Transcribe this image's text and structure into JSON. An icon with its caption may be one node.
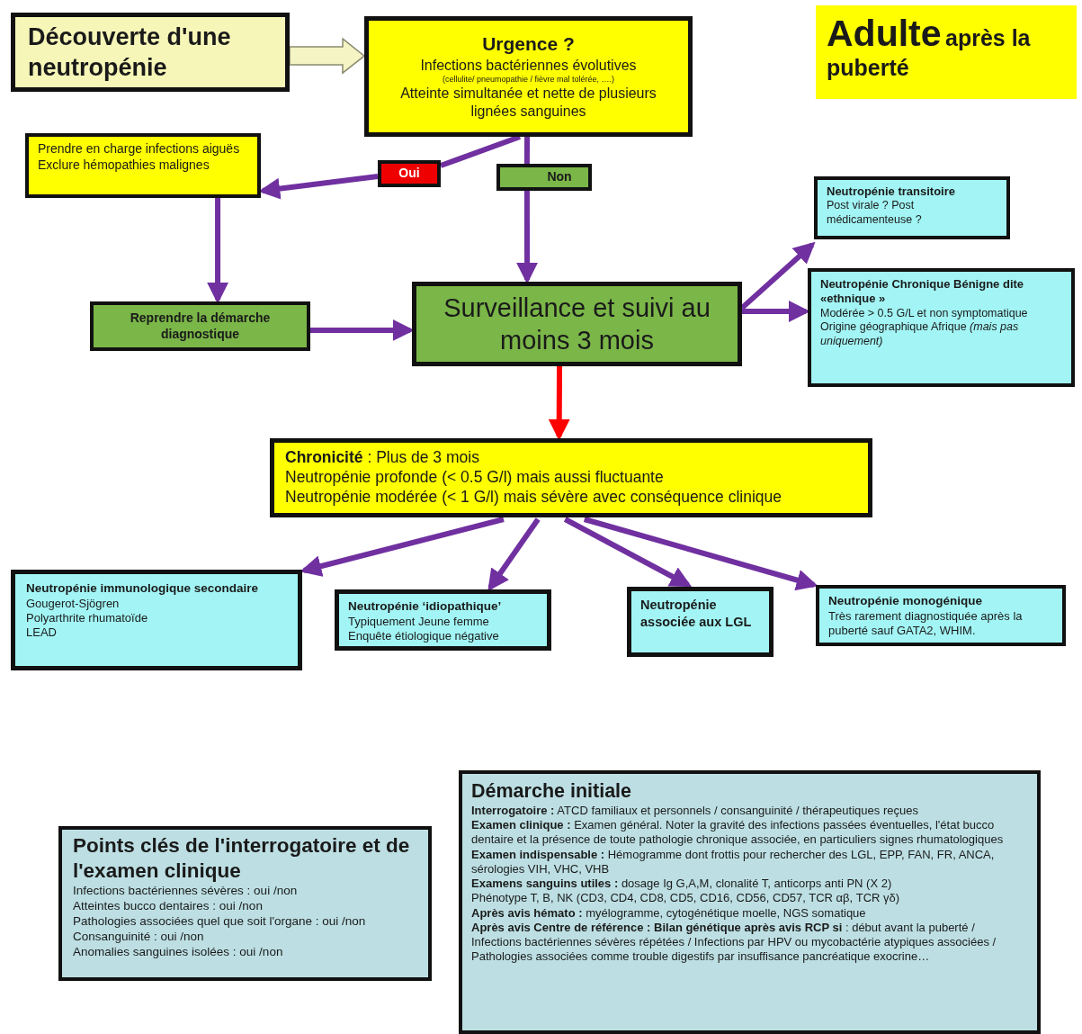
{
  "diagram": {
    "nodes": [
      {
        "text": [
          "Découverte d'une neutropénie"
        ]
      },
      {
        "text": [
          "Urgence ?",
          "Infections bactériennes évolutives",
          "(cellulite/ pneumopathie / fièvre mal tolérée, ….)",
          "Atteinte simultanée et nette de plusieurs lignées sanguines"
        ]
      },
      {
        "text": [
          "Prendre en charge infections aiguës",
          "Exclure hémopathies malignes"
        ]
      },
      {
        "text": [
          "Oui"
        ]
      },
      {
        "text": [
          "Non"
        ]
      },
      {
        "text": [
          "Neutropénie transitoire",
          "Post virale ? Post médicamenteuse ?"
        ]
      },
      {
        "text": [
          "Reprendre la démarche diagnostique"
        ]
      },
      {
        "text": [
          "Surveillance et suivi au moins 3 mois"
        ]
      },
      {
        "text": [
          "Neutropénie Chronique Bénigne dite «ethnique »",
          "Modérée > 0.5 G/L et non symptomatique",
          "Origine géographique Afrique *(mais pas uniquement)*"
        ]
      },
      {
        "text": [
          "**Chronicité** : Plus de 3 mois",
          "Neutropénie profonde (< 0.5 G/l) mais aussi fluctuante",
          "Neutropénie modérée (< 1 G/l) mais sévère avec conséquence clinique"
        ]
      },
      {
        "text": [
          "Neutropénie immunologique secondaire",
          "Gougerot-Sjögren",
          "Polyarthrite rhumatoïde",
          "LEAD"
        ]
      },
      {
        "text": [
          "Neutropénie ‘idiopathique’",
          "Typiquement Jeune femme",
          "Enquête étiologique négative"
        ]
      },
      {
        "text": [
          "Neutropénie associée aux LGL"
        ]
      },
      {
        "text": [
          "Neutropénie monogénique",
          "Très rarement diagnostiquée après la puberté sauf GATA2, WHIM."
        ]
      },
      {
        "text": [
          "Points clés de l'interrogatoire et de l'examen clinique",
          "Infections bactériennes sévères : oui /non",
          "Atteintes bucco dentaires : oui /non",
          "Pathologies associées quel que soit l'organe : oui /non",
          "Consanguinité : oui /non",
          "Anomalies sanguines isolées : oui /non"
        ]
      },
      {
        "text": [
          "Démarche initiale",
          "**Interrogatoire :** ATCD familiaux et  personnels / consanguinité / thérapeutiques reçues",
          "**Examen clinique :** Examen général. Noter la gravité des infections passées éventuelles, l'état bucco dentaire et la présence de toute pathologie chronique associée, en particuliers signes rhumatologiques",
          "**Examen indispensable :** Hémogramme dont frottis pour rechercher des LGL, EPP, FAN, FR, ANCA, sérologies VIH, VHC, VHB",
          "**Examens sanguins utiles :** dosage Ig G,A,M, clonalité T, anticorps anti PN (X 2)",
          "Phénotype T, B, NK (CD3, CD4, CD8, CD5, CD16, CD56, CD57, TCR αβ, TCR γδ)",
          "**Après avis hémato :**  myélogramme, cytogénétique moelle, NGS somatique",
          "**Après avis Centre de référence : Bilan génétique après avis RCP si** : début avant la puberté  / Infections bactériennes sévères répétées / Infections par HPV ou mycobactérie atypiques associées / Pathologies associées comme trouble digestifs par insuffisance pancréatique exocrine…"
        ]
      },
      {
        "text": [
          "Adulte",
          "après la puberté"
        ]
      }
    ],
    "edges": [
      {
        "from": 0,
        "to": 1,
        "arrow": "to",
        "style": "thick",
        "color": "#f4f4c4"
      },
      {
        "from": 1,
        "to": 3,
        "arrow": "none"
      },
      {
        "from": 3,
        "to": 2,
        "arrow": "to"
      },
      {
        "from": 1,
        "to": 4,
        "arrow": "none"
      },
      {
        "from": 4,
        "to": 7,
        "arrow": "to"
      },
      {
        "from": 2,
        "to": 6,
        "arrow": "to"
      },
      {
        "from": 6,
        "to": 7,
        "arrow": "to"
      },
      {
        "from": 7,
        "to": 5,
        "arrow": "to"
      },
      {
        "from": 7,
        "to": 8,
        "arrow": "to"
      },
      {
        "from": 7,
        "to": 9,
        "arrow": "to",
        "color": "#ff0000"
      },
      {
        "from": 9,
        "to": 10,
        "arrow": "to"
      },
      {
        "from": 9,
        "to": 11,
        "arrow": "to"
      },
      {
        "from": 9,
        "to": 12,
        "arrow": "to"
      },
      {
        "from": 9,
        "to": 13,
        "arrow": "to"
      }
    ]
  }
}
